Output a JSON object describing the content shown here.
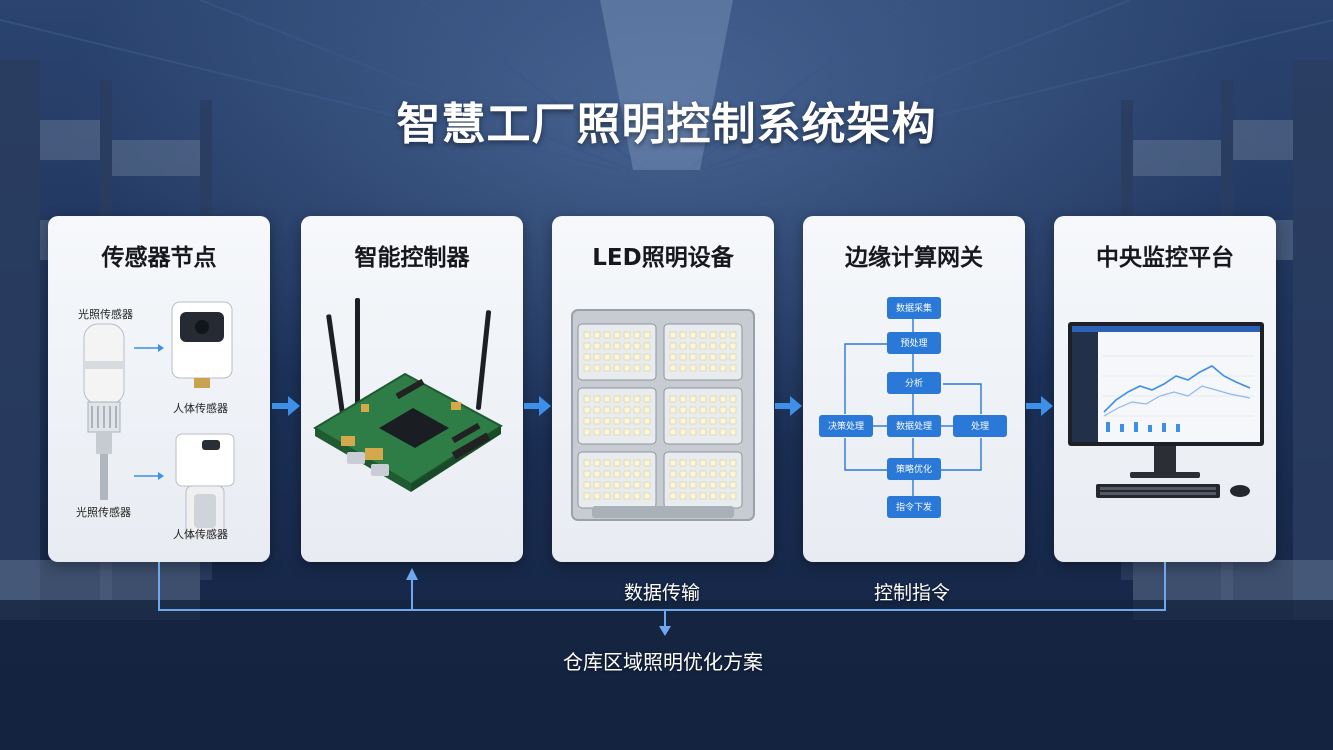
{
  "title": "智慧工厂照明控制系统架构",
  "cards": [
    {
      "title": "传感器节点"
    },
    {
      "title": "智能控制器"
    },
    {
      "title": "LED照明设备"
    },
    {
      "title": "边缘计算网关"
    },
    {
      "title": "中央监控平台"
    }
  ],
  "sensor_labels": {
    "light_top": "光照传感器",
    "human_top": "人体传感器",
    "light_bottom": "光照传感器",
    "human_bottom": "人体传感器"
  },
  "gateway_flow": {
    "step1": "数据采集",
    "step2": "预处理",
    "step3": "分析",
    "left": "决策处理",
    "center": "数据处理",
    "right": "处理",
    "step5": "策略优化",
    "step6": "指令下发"
  },
  "bottom": {
    "data_transfer": "数据传输",
    "control_command": "控制指令",
    "solution": "仓库区域照明优化方案"
  },
  "colors": {
    "accent": "#3d8fe8",
    "flow_box": "#2a78d8",
    "pcb": "#2f7d46"
  }
}
